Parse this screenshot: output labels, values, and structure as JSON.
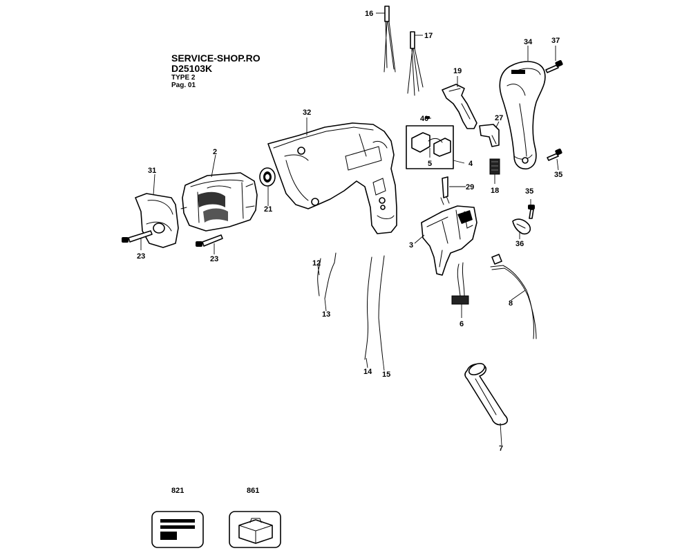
{
  "header": {
    "brand": "SERVICE-SHOP.RO",
    "model": "D25103K",
    "type": "TYPE 2",
    "page": "Pag. 01"
  },
  "callouts": {
    "p2": "2",
    "p3": "3",
    "p4": "4",
    "p5": "5",
    "p6": "6",
    "p7": "7",
    "p8": "8",
    "p12": "12",
    "p13": "13",
    "p14": "14",
    "p15": "15",
    "p16": "16",
    "p17": "17",
    "p18": "18",
    "p19": "19",
    "p21": "21",
    "p23a": "23",
    "p23b": "23",
    "p27": "27",
    "p29": "29",
    "p31": "31",
    "p32": "32",
    "p34": "34",
    "p35a": "35",
    "p35b": "35",
    "p36": "36",
    "p37": "37",
    "p40": "40",
    "p821": "821",
    "p861": "861"
  },
  "colors": {
    "line": "#000000",
    "background": "#ffffff"
  }
}
